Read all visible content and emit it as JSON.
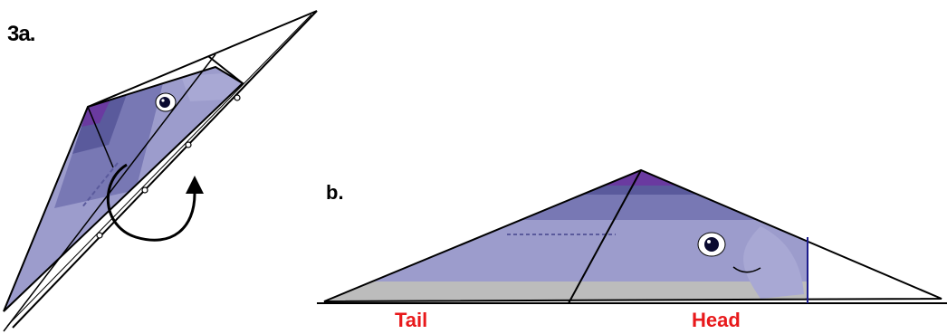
{
  "labels": {
    "step_a": "3a.",
    "step_b": "b.",
    "tail": "Tail",
    "head": "Head"
  },
  "colors": {
    "label_red": "#e8191b",
    "outline": "#000000",
    "body_light": "#9c9ccc",
    "body_mid": "#7878b4",
    "body_dark": "#5a5a9c",
    "purple": "#6a3aa0",
    "belly_gray": "#bcbcbc",
    "fold_blue": "#1c1c8c"
  },
  "icons": {
    "rotation_arrow": "curved-arrow-icon",
    "dolphin_eye": "eye-icon"
  }
}
